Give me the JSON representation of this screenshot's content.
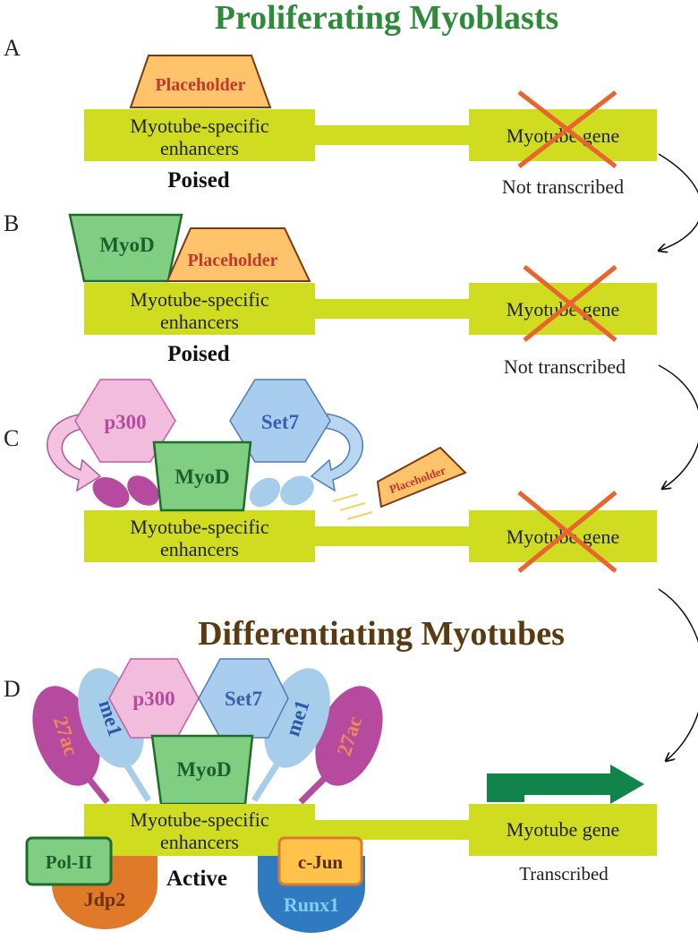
{
  "titles": {
    "proliferating": "Proliferating Myoblasts",
    "differentiating": "Differentiating Myotubes"
  },
  "panel_letters": [
    "A",
    "B",
    "C",
    "D"
  ],
  "enhancer": {
    "line1": "Myotube-specific",
    "line2": "enhancers"
  },
  "gene_label": "Myotube gene",
  "states": {
    "poised": "Poised",
    "active": "Active"
  },
  "transcription": {
    "off": "Not transcribed",
    "on": "Transcribed"
  },
  "proteins": {
    "placeholder": "Placeholder",
    "myod": "MyoD",
    "p300": "p300",
    "set7": "Set7",
    "pol2": "Pol-II",
    "jdp2": "Jdp2",
    "cjun": "c-Jun",
    "runx1": "Runx1"
  },
  "marks": {
    "acetyl": "27ac",
    "methyl": "me1"
  },
  "colors": {
    "title_green": "#2e8b3a",
    "title_brown": "#5a3a10",
    "dna": "#cfdc1f",
    "placeholder_fill": "#ffc36b",
    "placeholder_text": "#c0392b",
    "myod_fill": "#7fce82",
    "p300_fill": "#f2bcdc",
    "set7_fill": "#a9cdee",
    "acetyl_fill": "#b54a9e",
    "methyl_fill": "#a6cdea",
    "arrow_green": "#10844a",
    "cross_red": "#e86530"
  }
}
